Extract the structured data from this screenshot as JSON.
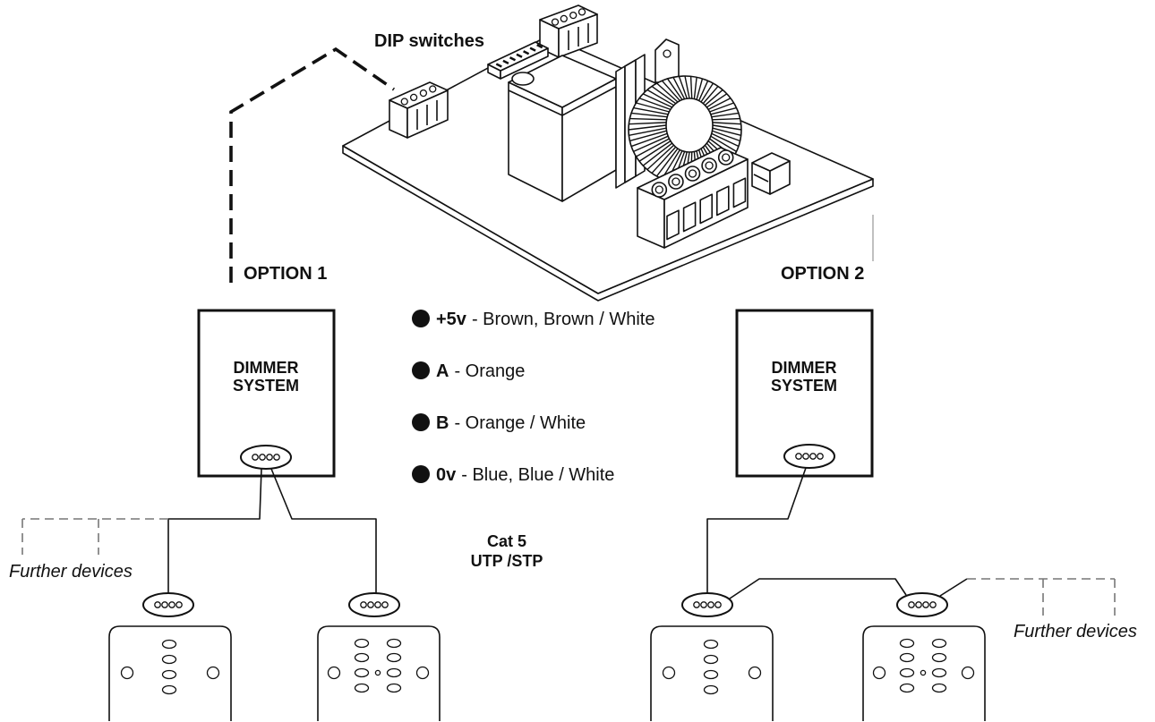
{
  "diagram": {
    "board": {
      "dip_switches_label": "DIP switches"
    },
    "option_1": {
      "label": "OPTION 1",
      "dimmer_box": [
        "DIMMER",
        "SYSTEM"
      ],
      "further_devices": "Further devices"
    },
    "option_2": {
      "label": "OPTION 2",
      "dimmer_box": [
        "DIMMER",
        "SYSTEM"
      ],
      "further_devices": "Further devices"
    },
    "wiring_legend": [
      {
        "terminal": "+5v",
        "colours": "- Brown, Brown / White"
      },
      {
        "terminal": "A",
        "colours": "- Orange"
      },
      {
        "terminal": "B",
        "colours": "- Orange / White"
      },
      {
        "terminal": "0v",
        "colours": "- Blue, Blue / White"
      }
    ],
    "cable": [
      "Cat 5",
      "UTP /STP"
    ]
  }
}
